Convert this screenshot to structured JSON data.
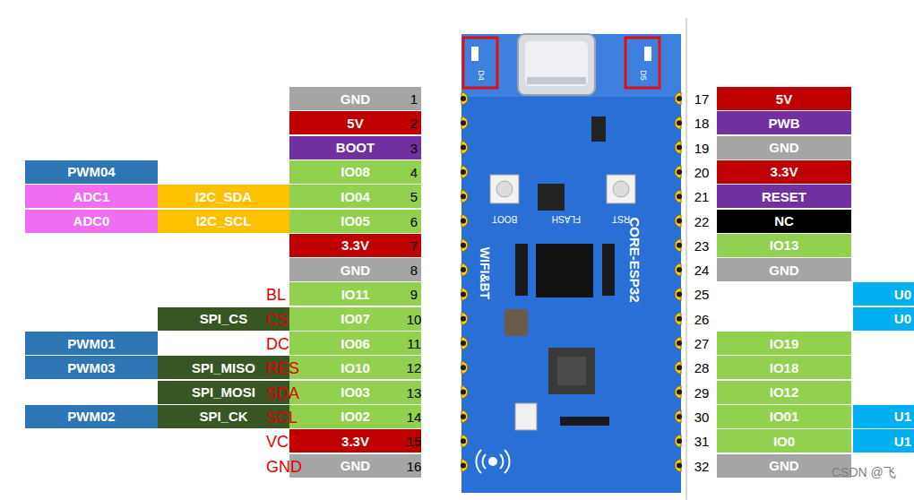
{
  "diagram": {
    "nodes": [
      {
        "text": [
          "GND"
        ]
      },
      {
        "text": [
          "5V"
        ]
      },
      {
        "text": [
          "BOOT"
        ]
      },
      {
        "text": [
          "PWM04"
        ]
      },
      {
        "text": [
          "IO08"
        ]
      },
      {
        "text": [
          "ADC1"
        ]
      },
      {
        "text": [
          "I2C_SDA"
        ]
      },
      {
        "text": [
          "IO04"
        ]
      },
      {
        "text": [
          "ADC0"
        ]
      },
      {
        "text": [
          "I2C_SCL"
        ]
      },
      {
        "text": [
          "IO05"
        ]
      },
      {
        "text": [
          "3.3V"
        ]
      },
      {
        "text": [
          "GND"
        ]
      },
      {
        "text": [
          "IO11"
        ]
      },
      {
        "text": [
          "SPI_CS"
        ]
      },
      {
        "text": [
          "IO07"
        ]
      },
      {
        "text": [
          "PWM01"
        ]
      },
      {
        "text": [
          "IO06"
        ]
      },
      {
        "text": [
          "PWM03"
        ]
      },
      {
        "text": [
          "SPI_MISO"
        ]
      },
      {
        "text": [
          "IO10"
        ]
      },
      {
        "text": [
          "SPI_MOSI"
        ]
      },
      {
        "text": [
          "IO03"
        ]
      },
      {
        "text": [
          "PWM02"
        ]
      },
      {
        "text": [
          "SPI_CK"
        ]
      },
      {
        "text": [
          "IO02"
        ]
      },
      {
        "text": [
          "3.3V"
        ]
      },
      {
        "text": [
          "GND"
        ]
      },
      {
        "text": [
          "5V"
        ]
      },
      {
        "text": [
          "PWB"
        ]
      },
      {
        "text": [
          "GND"
        ]
      },
      {
        "text": [
          "3.3V"
        ]
      },
      {
        "text": [
          "RESET"
        ]
      },
      {
        "text": [
          "NC"
        ]
      },
      {
        "text": [
          "IO13"
        ]
      },
      {
        "text": [
          "GND"
        ]
      },
      {
        "text": [
          "U0"
        ]
      },
      {
        "text": [
          "U0"
        ]
      },
      {
        "text": [
          "IO19"
        ]
      },
      {
        "text": [
          "IO18"
        ]
      },
      {
        "text": [
          "IO12"
        ]
      },
      {
        "text": [
          "IO01"
        ]
      },
      {
        "text": [
          "U1"
        ]
      },
      {
        "text": [
          "IO0"
        ]
      },
      {
        "text": [
          "U1"
        ]
      },
      {
        "text": [
          "GND"
        ]
      }
    ],
    "labels": [
      "1",
      "2",
      "3",
      "4",
      "5",
      "6",
      "7",
      "8",
      "9",
      "10",
      "11",
      "12",
      "13",
      "14",
      "15",
      "16",
      "17",
      "18",
      "19",
      "20",
      "21",
      "22",
      "23",
      "24",
      "25",
      "26",
      "27",
      "28",
      "29",
      "30",
      "31",
      "32",
      "BL",
      "CS",
      "DC",
      "RES",
      "SDA",
      "SCL",
      "VCC",
      "GND",
      "D4",
      "D5",
      "BOOT",
      "FLASH",
      "RST",
      "WIFI&BT",
      "CORE-ESP32",
      "CSDN @飞"
    ]
  }
}
